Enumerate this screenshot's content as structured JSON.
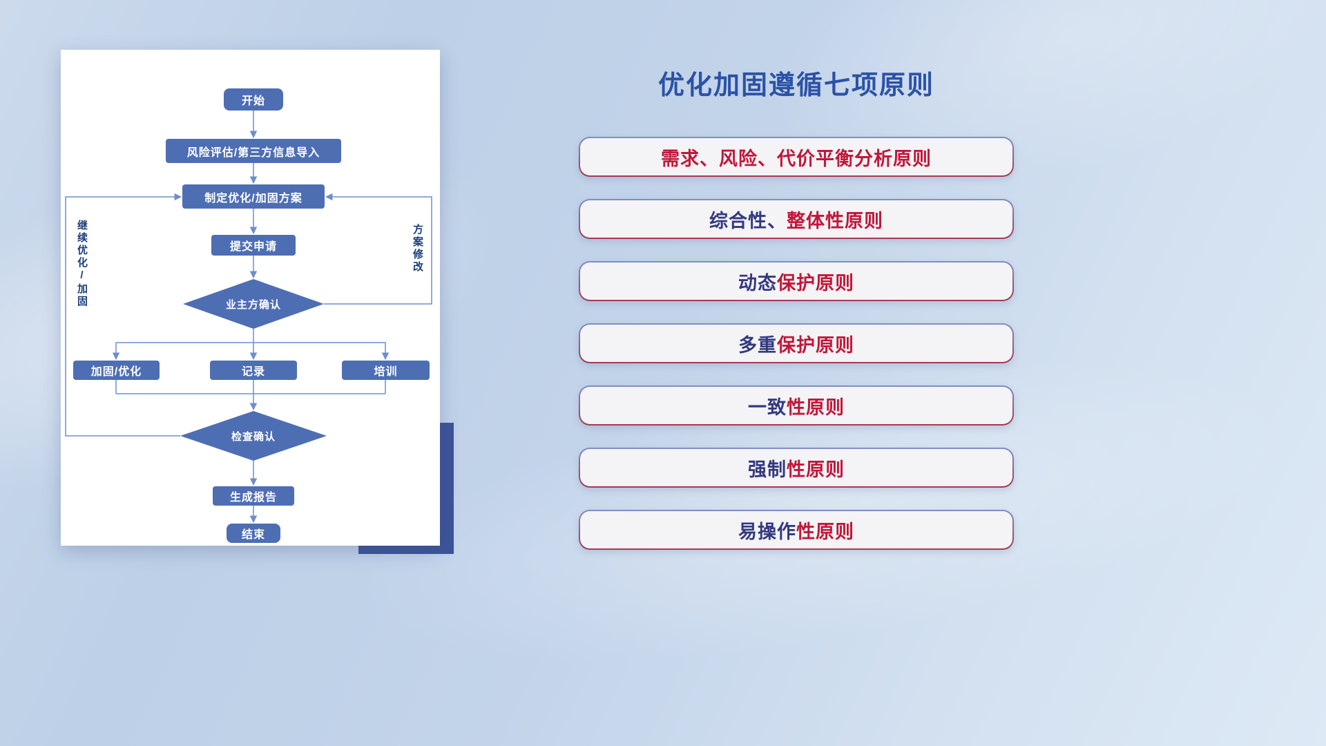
{
  "colors": {
    "node_fill": "#4e6eb4",
    "node_text": "#ffffff",
    "line": "#6d8ec9",
    "edge_label": "#1c3e79",
    "title": "#2b52a6",
    "crimson": "#c1173a",
    "navy": "#33397f",
    "card_accent": "#3c5499",
    "pill_bg": "#f4f3f5",
    "pill_border_top": "#7d90c6",
    "pill_border_bottom": "#a23a52"
  },
  "flowchart": {
    "nodes": {
      "start": "开始",
      "risk_import": "风险评估/第三方信息导入",
      "make_plan": "制定优化/加固方案",
      "submit": "提交申请",
      "owner_confirm": "业主方确认",
      "harden": "加固/优化",
      "record": "记录",
      "training": "培训",
      "check_confirm": "检查确认",
      "report": "生成报告",
      "end": "结束"
    },
    "edge_labels": {
      "continue_optimize": "继续优化/加固",
      "plan_revision": "方案修改"
    }
  },
  "principles": {
    "title": "优化加固遵循七项原则",
    "items": [
      {
        "segments": [
          {
            "text": "需求、风险、代价平衡分析原则",
            "color": "#c1173a"
          }
        ]
      },
      {
        "segments": [
          {
            "text": "综合性、",
            "color": "#33397f"
          },
          {
            "text": "整体性原则",
            "color": "#c1173a"
          }
        ]
      },
      {
        "segments": [
          {
            "text": "动态",
            "color": "#33397f"
          },
          {
            "text": "保护原则",
            "color": "#c1173a"
          }
        ]
      },
      {
        "segments": [
          {
            "text": "多重",
            "color": "#33397f"
          },
          {
            "text": "保护原则",
            "color": "#c1173a"
          }
        ]
      },
      {
        "segments": [
          {
            "text": "一致",
            "color": "#33397f"
          },
          {
            "text": "性原则",
            "color": "#c1173a"
          }
        ]
      },
      {
        "segments": [
          {
            "text": "强制",
            "color": "#33397f"
          },
          {
            "text": "性原则",
            "color": "#c1173a"
          }
        ]
      },
      {
        "segments": [
          {
            "text": "易操作",
            "color": "#33397f"
          },
          {
            "text": "性原则",
            "color": "#c1173a"
          }
        ]
      }
    ]
  }
}
